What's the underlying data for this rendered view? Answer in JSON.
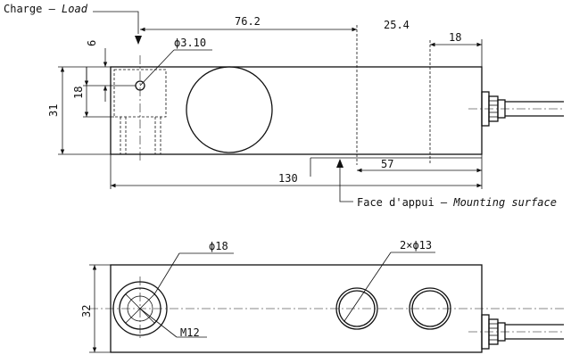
{
  "labels": {
    "charge_prefix": "Charge – ",
    "charge_italic": "Load",
    "face_prefix": "Face d'appui – ",
    "face_italic": "Mounting surface"
  },
  "dimensions": {
    "d_76_2": "76.2",
    "d_25_4": "25.4",
    "d_18_top": "18",
    "d_6": "6",
    "d_hole_3_10": "ϕ3.10",
    "d_18_left": "18",
    "d_31": "31",
    "d_57": "57",
    "d_130": "130",
    "d_phi18": "ϕ18",
    "d_2xphi13": "2×ϕ13",
    "d_32": "32",
    "d_m12": "M12"
  }
}
